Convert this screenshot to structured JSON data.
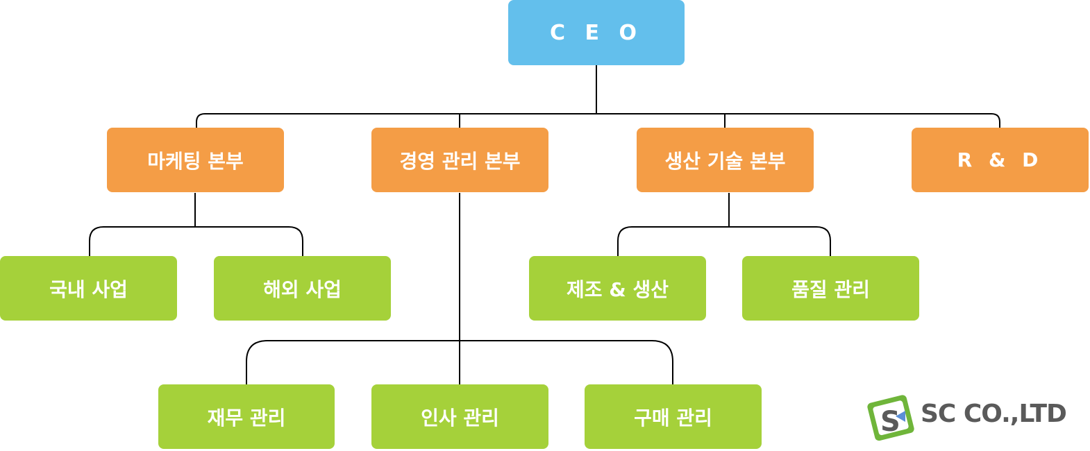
{
  "colors": {
    "ceo": "#63bfec",
    "division": "#f49d46",
    "team": "#a5d13a",
    "connector": "#000000",
    "logo_green": "#6fb53a",
    "logo_blue": "#5b8fd6",
    "logo_text": "#5a5a5a"
  },
  "org": {
    "ceo": "C E O",
    "divisions": {
      "marketing": "마케팅 본부",
      "management": "경영 관리 본부",
      "production": "생산 기술 본부",
      "rnd": "R & D"
    },
    "teams": {
      "domestic": "국내 사업",
      "overseas": "해외 사업",
      "manufacturing": "제조 & 생산",
      "quality": "품질 관리",
      "finance": "재무 관리",
      "hr": "인사 관리",
      "purchasing": "구매 관리"
    }
  },
  "logo": {
    "text": "SC CO.,LTD",
    "icon": "sc-logo-icon"
  }
}
